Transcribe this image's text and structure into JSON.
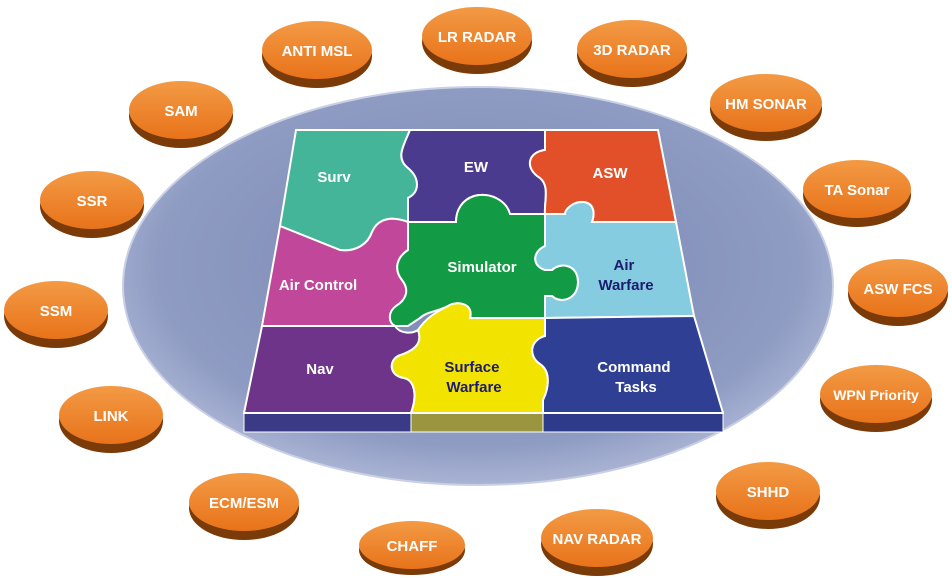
{
  "colors": {
    "disc_fill": "#8E9BC2",
    "disc_edge": "#B7C0DD",
    "satellite_top": "#EF8127",
    "satellite_side": "#7A3B08",
    "satellite_text": "#FFFFFF",
    "piece_edge": "#FFFFFF"
  },
  "pieces": [
    {
      "id": "surv",
      "label": [
        "Surv"
      ],
      "color": "#45B59A",
      "text_color": "#FFFFFF"
    },
    {
      "id": "ew",
      "label": [
        "EW"
      ],
      "color": "#4A3B8F",
      "text_color": "#FFFFFF"
    },
    {
      "id": "asw",
      "label": [
        "ASW"
      ],
      "color": "#E2502A",
      "text_color": "#FFFFFF"
    },
    {
      "id": "air-control",
      "label": [
        "Air Control"
      ],
      "color": "#C0479A",
      "text_color": "#FFFFFF"
    },
    {
      "id": "simulator",
      "label": [
        "Simulator"
      ],
      "color": "#139A45",
      "text_color": "#FFFFFF"
    },
    {
      "id": "air-warfare",
      "label": [
        "Air",
        "Warfare"
      ],
      "color": "#86CCE0",
      "text_color": "#1C1C6E"
    },
    {
      "id": "nav",
      "label": [
        "Nav"
      ],
      "color": "#6E3489",
      "text_color": "#FFFFFF"
    },
    {
      "id": "surface-warfare",
      "label": [
        "Surface",
        "Warfare"
      ],
      "color": "#F3E400",
      "text_color": "#1C1C6E"
    },
    {
      "id": "command-tasks",
      "label": [
        "Command",
        "Tasks"
      ],
      "color": "#2E3F94",
      "text_color": "#FFFFFF"
    }
  ],
  "base_strip_colors": [
    "#3A3A86",
    "#9C9540",
    "#2E3A8A"
  ],
  "satellites": [
    {
      "id": "lr-radar",
      "label": "LR RADAR"
    },
    {
      "id": "3d-radar",
      "label": "3D RADAR"
    },
    {
      "id": "hm-sonar",
      "label": "HM SONAR"
    },
    {
      "id": "ta-sonar",
      "label": "TA Sonar"
    },
    {
      "id": "asw-fcs",
      "label": "ASW FCS"
    },
    {
      "id": "wpn-priority",
      "label": "WPN Priority"
    },
    {
      "id": "shhd",
      "label": "SHHD"
    },
    {
      "id": "nav-radar",
      "label": "NAV RADAR"
    },
    {
      "id": "chaff",
      "label": "CHAFF"
    },
    {
      "id": "ecm-esm",
      "label": "ECM/ESM"
    },
    {
      "id": "link",
      "label": "LINK"
    },
    {
      "id": "ssm",
      "label": "SSM"
    },
    {
      "id": "ssr",
      "label": "SSR"
    },
    {
      "id": "sam",
      "label": "SAM"
    },
    {
      "id": "anti-msl",
      "label": "ANTI MSL"
    }
  ]
}
